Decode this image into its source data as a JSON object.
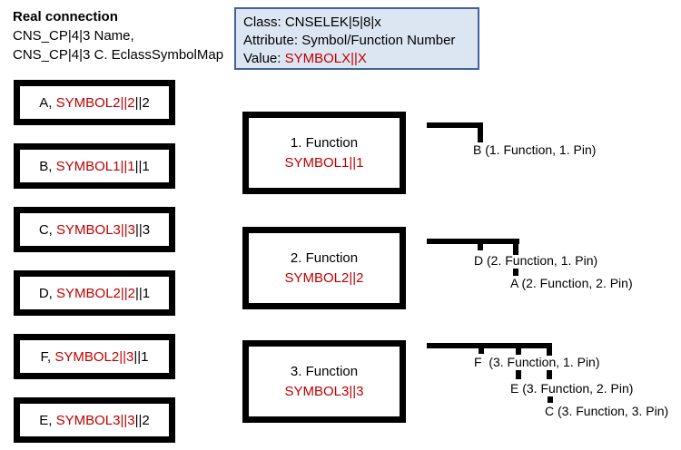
{
  "colors": {
    "accent_red": "#c00000",
    "line_black": "#000000",
    "info_fill": "#dce5f2",
    "info_border": "#41629b"
  },
  "header": {
    "title": "Real connection",
    "line1": "CNS_CP|4|3 Name,",
    "line2": "CNS_CP|4|3 C. EclassSymbolMap"
  },
  "info_box": {
    "class_line": "Class: CNSELEK|5|8|x",
    "attribute_line": "Attribute: Symbol/Function Number",
    "value_prefix": "Value: ",
    "value_red": "SYMBOLX||X"
  },
  "connections": [
    {
      "prefix": "A, ",
      "symbol": "SYMBOL2||2",
      "suffix": "||2"
    },
    {
      "prefix": "B, ",
      "symbol": "SYMBOL1||1",
      "suffix": "||1"
    },
    {
      "prefix": "C, ",
      "symbol": "SYMBOL3||3",
      "suffix": "||3"
    },
    {
      "prefix": "D, ",
      "symbol": "SYMBOL2||2",
      "suffix": "||1"
    },
    {
      "prefix": "F, ",
      "symbol": "SYMBOL2||3",
      "suffix": "||1"
    },
    {
      "prefix": "E, ",
      "symbol": "SYMBOL3||3",
      "suffix": "||2"
    }
  ],
  "functions": [
    {
      "title": "1. Function",
      "symbol": "SYMBOL1||1"
    },
    {
      "title": "2. Function",
      "symbol": "SYMBOL2||2"
    },
    {
      "title": "3. Function",
      "symbol": "SYMBOL3||3"
    }
  ],
  "pin_labels": {
    "f1p1": "B (1. Function, 1. Pin)",
    "f2p1": "D (2. Function, 1. Pin)",
    "f2p2": "A (2. Function, 2. Pin)",
    "f3p1": "F  (3. Function, 1. Pin)",
    "f3p2": "E (3. Function, 2. Pin)",
    "f3p3": "C (3. Function, 3. Pin)"
  }
}
